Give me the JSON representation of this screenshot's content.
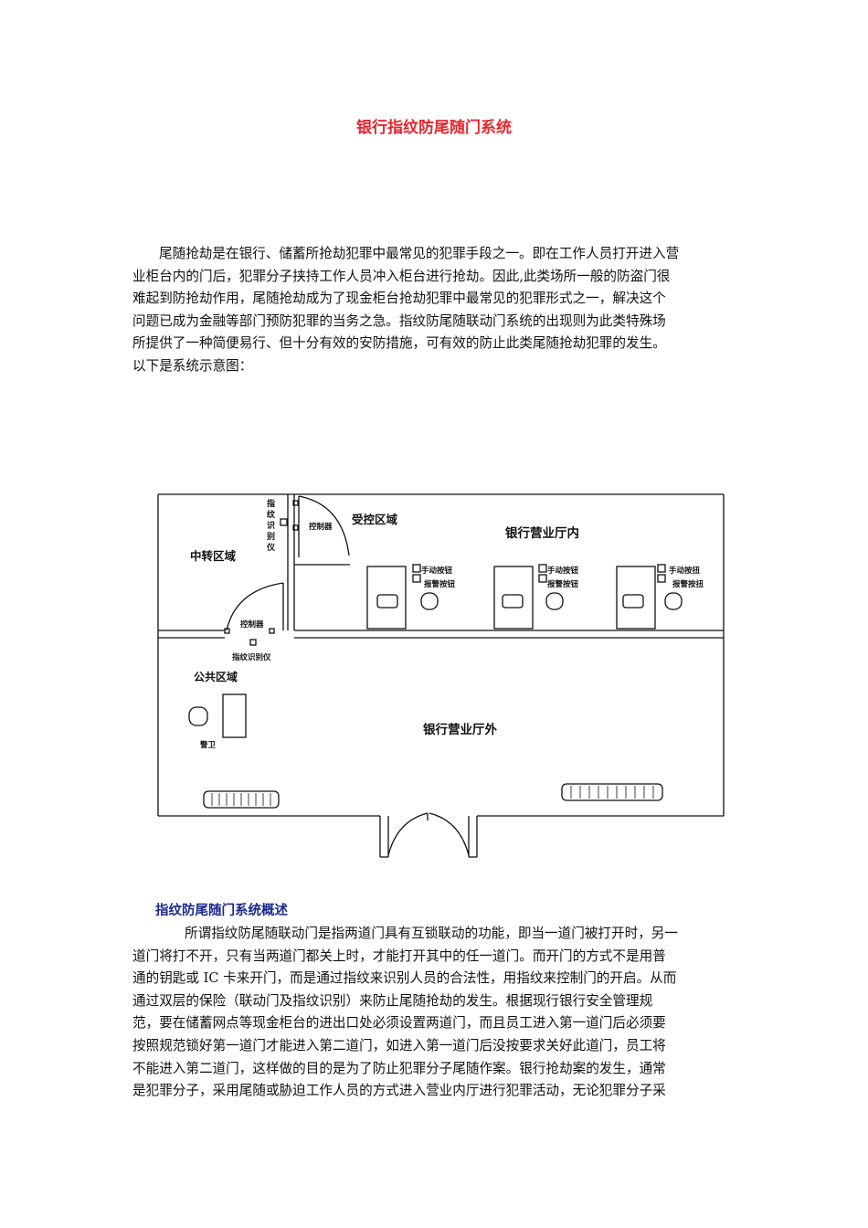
{
  "doc": {
    "title": "银行指纹防尾随门系统",
    "intro_lines": [
      "尾随抢劫是在银行、储蓄所抢劫犯罪中最常见的犯罪手段之一。即在工作人员打开进入营",
      "业柜台内的门后，犯罪分子挟持工作人员冲入柜台进行抢劫。因此,此类场所一般的防盗门很",
      "难起到防抢劫作用，尾随抢劫成为了现金柜台抢劫犯罪中最常见的犯罪形式之一，解决这个",
      "问题已成为金融等部门预防犯罪的当务之急。指纹防尾随联动门系统的出现则为此类特殊场",
      "所提供了一种简便易行、但十分有效的安防措施，可有效的防止此类尾随抢劫犯罪的发生。",
      "以下是系统示意图："
    ],
    "section_title": "指纹防尾随门系统概述",
    "section_lines": [
      "所谓指纹防尾随联动门是指两道门具有互锁联动的功能，即当一道门被打开时，另一",
      "道门将打不开，只有当两道门都关上时，才能打开其中的任一道门。而开门的方式不是用普",
      "通的钥匙或 IC 卡来开门，而是通过指纹来识别人员的合法性，用指纹来控制门的开启。从而",
      "通过双层的保险（联动门及指纹识别）来防止尾随抢劫的发生。根据现行银行安全管理规",
      "范，要在储蓄网点等现金柜台的进出口处必须设置两道门，而且员工进入第一道门后必须要",
      "按照规范锁好第一道门才能进入第二道门，如进入第一道门后没按要求关好此道门，员工将",
      "不能进入第二道门，这样做的目的是为了防止犯罪分子尾随作案。银行抢劫案的发生，通常",
      "是犯罪分子，采用尾随或胁迫工作人员的方式进入营业内厅进行犯罪活动，无论犯罪分子采"
    ]
  },
  "diagram": {
    "zone_transfer": "中转区域",
    "zone_controlled": "受控区域",
    "hall_inside": "银行营业厅内",
    "hall_outside": "银行营业厅外",
    "zone_public": "公共区域",
    "fp_reader_vertical": [
      "指",
      "纹",
      "识",
      "别",
      "仪"
    ],
    "fp_reader_bottom": "指纹识别仪",
    "controller_top": "控制器",
    "controller_bottom": "控制器",
    "guard": "警卫",
    "counters": [
      {
        "btn1": "手动按钮",
        "btn2": "报警按钮"
      },
      {
        "btn1": "手动按钮",
        "btn2": "报警按钮"
      },
      {
        "btn1": "手动按扭",
        "btn2": "报警按扭"
      }
    ]
  }
}
